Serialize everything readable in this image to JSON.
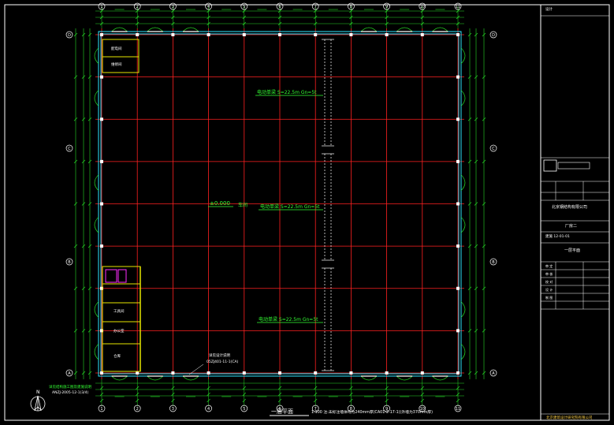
{
  "colors": {
    "background": "#000000",
    "frame": "#ffffff",
    "wall": "#2ee6ff",
    "dimension": "#26d926",
    "grid": "#ff2020",
    "column": "#ffffff",
    "annotation": "#33ff33",
    "magenta": "#ff2bff"
  },
  "axes": {
    "columns": [
      "1",
      "2",
      "3",
      "4",
      "5",
      "6",
      "7",
      "8",
      "9",
      "10",
      "11"
    ],
    "rows": [
      "D",
      "C",
      "B",
      "A"
    ]
  },
  "crane_labels": [
    "电动单梁 S=22.5m Gn=5t",
    "电动单梁 S=22.5m Gn=5t",
    "电动单梁 S=22.5m Gn=5t"
  ],
  "elevation": {
    "value": "±0.000",
    "label": "车间"
  },
  "rooms": [
    "配电间",
    "维修间",
    "工具间",
    "办公室",
    "仓库"
  ],
  "north_label": "N",
  "left_note": "详见结构施工图及建施说明",
  "left_note_ref": "ANZJ-2005-12-1(3/4)",
  "bottom_note": "详见设计说明",
  "bottom_note_ref": "05ZJ401-11-1(CA)",
  "drawing_title": "一层平面",
  "scale_note": "1:100 注:未标注墙体均为240mm厚(CA01-2-17-1)(外墙为370mm厚)",
  "title_block": {
    "top_label": "设计",
    "company": "北京钢结构有限公司",
    "project": "厂房二",
    "drawing_no_row": "建施 12-01-01",
    "sheet_title": "一层平面",
    "rows": [
      "审 定",
      "审 核",
      "校 对",
      "设 计",
      "制 图"
    ],
    "bottom_caption": "北京建筑设计研究院有限公司"
  }
}
